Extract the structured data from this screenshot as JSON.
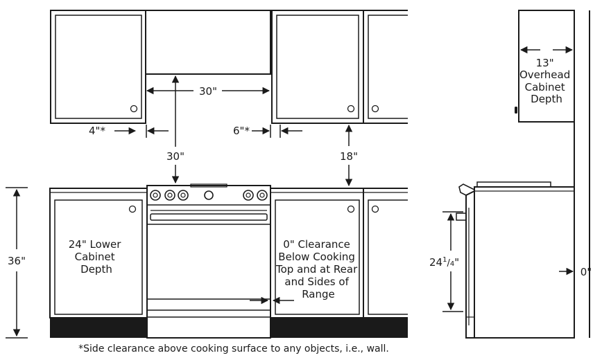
{
  "front_view": {
    "labels": {
      "hood_width": "30\"",
      "left_side_clearance": "4\"*",
      "right_side_clearance": "6\"*",
      "cooktop_to_hood": "30\"",
      "counter_to_cabinet": "18\"",
      "counter_height": "36\""
    },
    "lower_cabinet_text": [
      "24\" Lower",
      "Cabinet",
      "Depth"
    ],
    "clearance_text": [
      "0\" Clearance",
      "Below Cooking",
      "Top and at Rear",
      "and Sides of",
      "Range"
    ]
  },
  "side_view": {
    "overhead_text": [
      "13\"",
      "Overhead",
      "Cabinet",
      "Depth"
    ],
    "oven_height_main": "24",
    "oven_height_frac_num": "1",
    "oven_height_frac_den": "4",
    "oven_height_unit": "\"",
    "rear_clearance": "0\""
  },
  "footnote": "*Side clearance above cooking surface to any objects, i.e., wall.",
  "colors": {
    "line": "#1a1a1a",
    "fill_dark": "#1a1a1a",
    "background": "#ffffff"
  }
}
